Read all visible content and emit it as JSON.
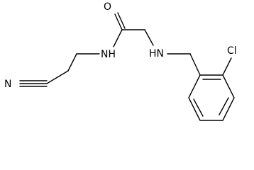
{
  "colors": {
    "bond": "#000000",
    "label": "#000000",
    "background": "#ffffff"
  },
  "atoms": {
    "oxygen": "O",
    "amide_nh": "NH",
    "amine_nh": "HN",
    "nitrile_n": "N",
    "chlorine": "Cl"
  }
}
